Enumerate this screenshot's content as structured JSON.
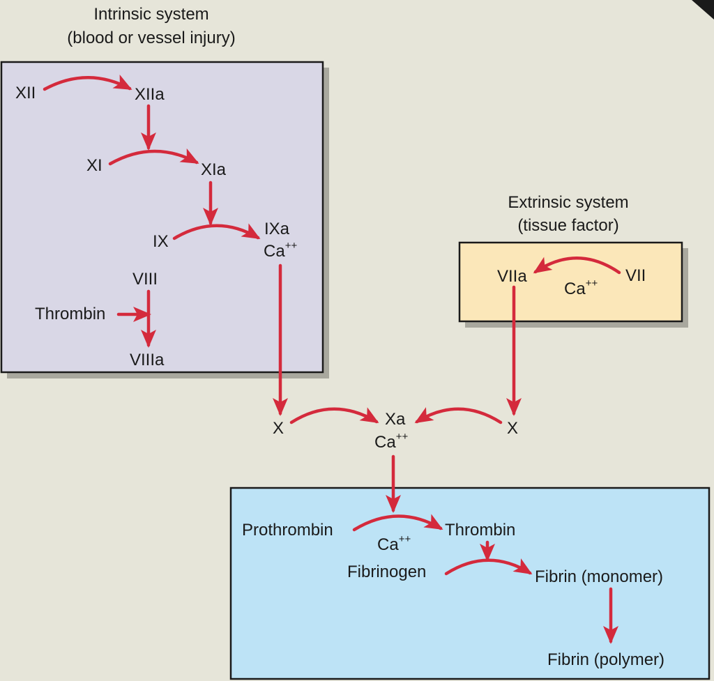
{
  "intrinsic": {
    "title": "Intrinsic system",
    "subtitle": "(blood or vessel injury)",
    "xii": "XII",
    "xiia": "XIIa",
    "xi": "XI",
    "xia": "XIa",
    "ix": "IX",
    "ixa": "IXa",
    "ca_base": "Ca",
    "ca_sup": "++",
    "viii": "VIII",
    "thrombin": "Thrombin",
    "viiia": "VIIIa"
  },
  "extrinsic": {
    "title": "Extrinsic system",
    "subtitle": "(tissue factor)",
    "viia": "VIIa",
    "vii": "VII",
    "ca_base": "Ca",
    "ca_sup": "++"
  },
  "common": {
    "x_left": "X",
    "x_right": "X",
    "xa": "Xa",
    "ca_base": "Ca",
    "ca_sup": "++"
  },
  "final": {
    "prothrombin": "Prothrombin",
    "thrombin": "Thrombin",
    "ca_base": "Ca",
    "ca_sup": "++",
    "fibrinogen": "Fibrinogen",
    "fibrin_monomer": "Fibrin (monomer)",
    "fibrin_polymer": "Fibrin (polymer)"
  },
  "colors": {
    "background": "#e6e5d9",
    "intrinsic_box": "#d9d7e6",
    "extrinsic_box": "#fbe7b9",
    "final_box": "#bde3f6",
    "arrow": "#d42a3c"
  }
}
